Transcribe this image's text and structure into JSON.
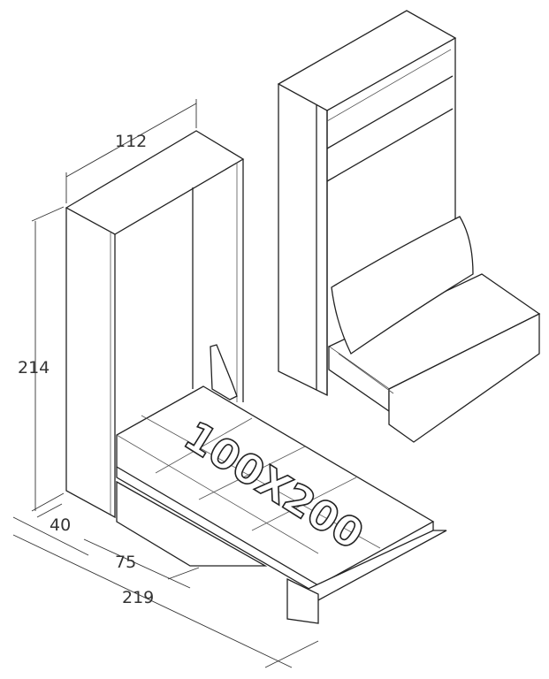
{
  "dimensions": {
    "width": "112",
    "height": "214",
    "depth_closed": "40",
    "depth_bed": "75",
    "depth_open": "219"
  },
  "mattress_size": "100X200",
  "colors": {
    "line": "#222222",
    "background": "#ffffff"
  }
}
